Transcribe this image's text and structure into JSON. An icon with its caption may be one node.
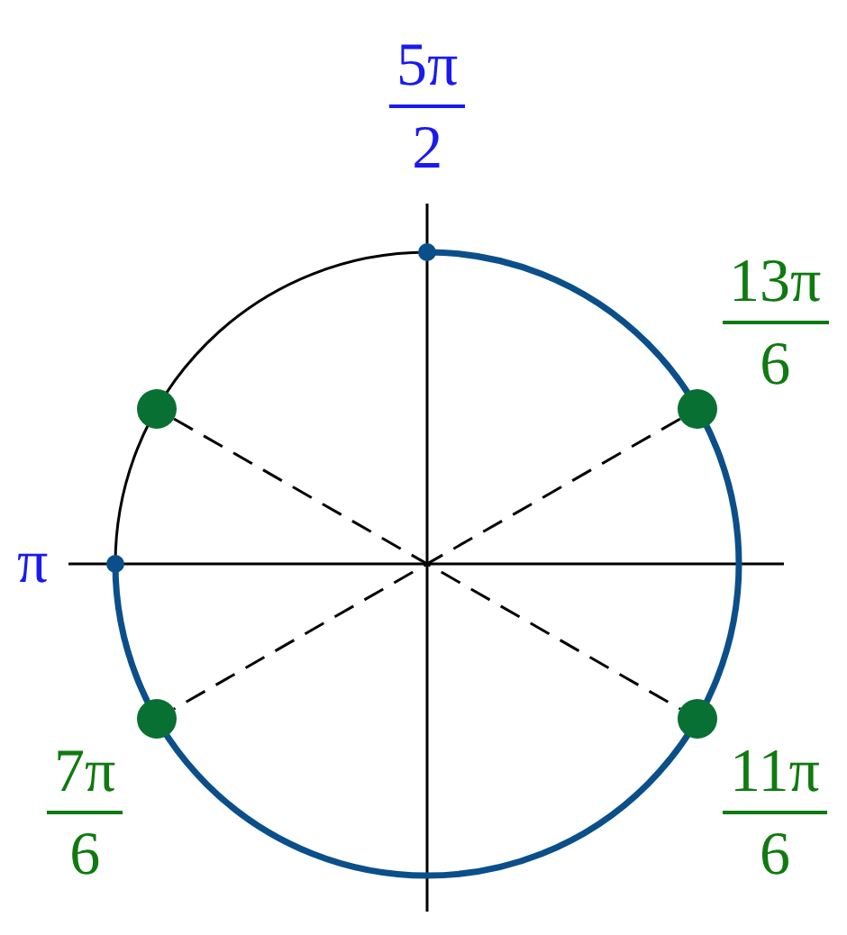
{
  "diagram": {
    "nodes": [
      {
        "text": [],
        "shape": "circle",
        "beside": [
          "5π 2"
        ]
      },
      {
        "text": [],
        "shape": "circle"
      },
      {
        "text": [],
        "shape": "circle",
        "beside": [
          "13π 6"
        ]
      },
      {
        "text": [],
        "shape": "circle",
        "beside": [
          "π"
        ]
      },
      {
        "text": [],
        "shape": "circle",
        "beside": [
          "7π 6"
        ]
      },
      {
        "text": [],
        "shape": "circle",
        "beside": [
          "11π 6"
        ]
      }
    ],
    "edges": [
      {
        "from": 1,
        "to": 5,
        "arrow": "none",
        "style": "dashed"
      },
      {
        "from": 2,
        "to": 4,
        "arrow": "none",
        "style": "dashed"
      }
    ]
  }
}
